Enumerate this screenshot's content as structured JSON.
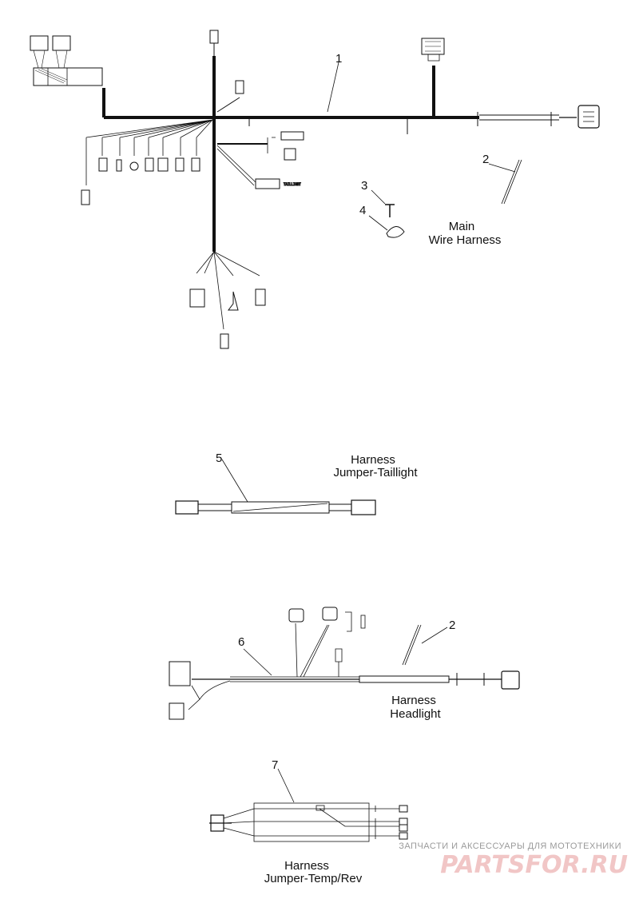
{
  "callouts": {
    "c1": "1",
    "c2a": "2",
    "c3": "3",
    "c4": "4",
    "c5": "5",
    "c2b": "2",
    "c6": "6",
    "c7": "7"
  },
  "titles": {
    "main_line1": "Main",
    "main_line2": "Wire Harness",
    "taillight_line1": "Harness",
    "taillight_line2": "Jumper-Taillight",
    "headlight_line1": "Harness",
    "headlight_line2": "Headlight",
    "temprev_line1": "Harness",
    "temprev_line2": "Jumper-Temp/Rev"
  },
  "watermark": {
    "tagline": "ЗАПЧАСТИ И АКСЕССУАРЫ ДЛЯ МОТОТЕХНИКИ",
    "logo": "PARTSFOR.RU"
  },
  "colors": {
    "line": "#111111",
    "watermark_logo": "#f1c6c6",
    "watermark_text": "#9a9a9a"
  }
}
